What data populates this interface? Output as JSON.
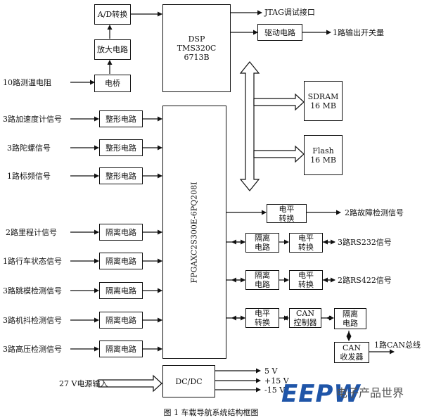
{
  "caption": "图 1  车载导航系统结构框图",
  "watermark": {
    "logo": "EEPW",
    "text": "电子产品世界"
  },
  "blocks": {
    "ad": "A/D转换",
    "amp": "放大电路",
    "bridge": "电桥",
    "dsp": "DSP\nTMS320C\n6713B",
    "driver": "驱动电路",
    "sdram": "SDRAM\n16 MB",
    "flash": "Flash\n16 MB",
    "fpga": "FPGAXC2S300E-6PQ208I",
    "shape1": "整形电路",
    "shape2": "整形电路",
    "shape3": "整形电路",
    "iso1": "隔离电路",
    "iso2": "隔离电路",
    "iso3": "隔离电路",
    "iso4": "隔离电路",
    "iso5": "隔离电路",
    "lvl1": "电平\n转换",
    "iso232": "隔离\n电路",
    "lvl232": "电平\n转换",
    "iso422": "隔离\n电路",
    "lvl422": "电平\n转换",
    "lvlcan": "电平\n转换",
    "canctl": "CAN\n控制器",
    "isocan": "隔离\n电路",
    "cantx": "CAN\n收发器",
    "dcdc": "DC/DC"
  },
  "labels": {
    "jtag": "JTAG调试接口",
    "switch_out": "1路输出开关量",
    "temp_in": "10路测温电阻",
    "accel_in": "3路加速度计信号",
    "gyro_in": "3路陀螺信号",
    "freq_in": "1路标频信号",
    "odo_in": "2路里程计信号",
    "drive_state_in": "1路行车状态信号",
    "jump_in": "3路跳模检测信号",
    "shake_in": "3路机抖检测信号",
    "hv_in": "3路高压检测信号",
    "power_in": "27 V电源输入",
    "fault_out": "2路故障检测信号",
    "rs232": "3路RS232信号",
    "rs422": "2路RS422信号",
    "can_bus": "1路CAN总线",
    "v5": "5 V",
    "v15p": "+15 V",
    "v15n": "-15 V"
  }
}
